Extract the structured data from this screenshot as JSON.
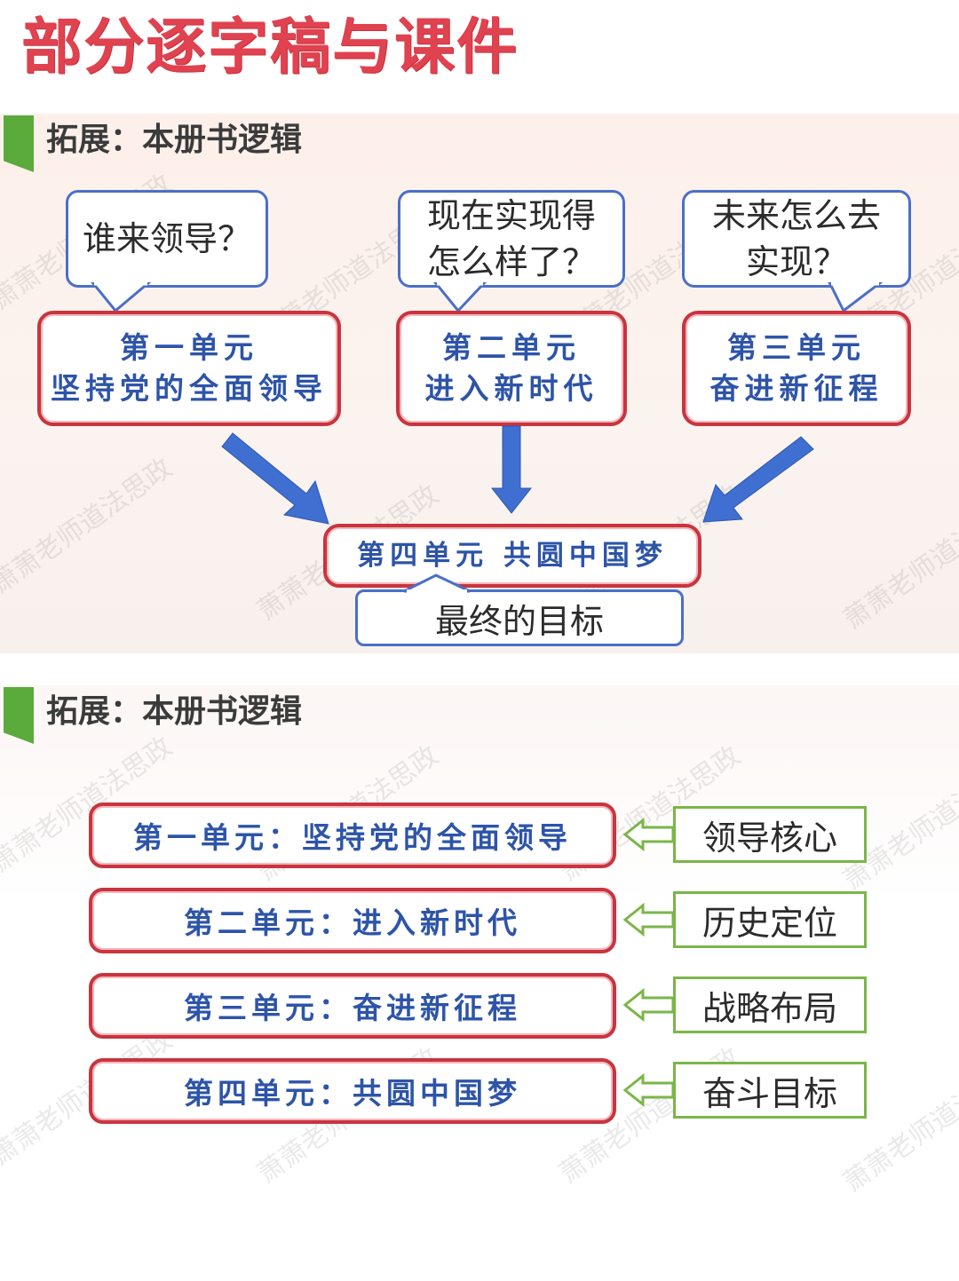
{
  "page_title": "部分逐字稿与课件",
  "slide1": {
    "heading": "拓展：本册书逻辑",
    "questions": [
      {
        "lines": [
          "谁来领导？"
        ]
      },
      {
        "lines": [
          "现在实现得",
          "怎么样了？"
        ]
      },
      {
        "lines": [
          "未来怎么去",
          "实现？"
        ]
      }
    ],
    "units": [
      {
        "line1": "第一单元",
        "line2": "坚持党的全面领导"
      },
      {
        "line1": "第二单元",
        "line2": "进入新时代"
      },
      {
        "line1": "第三单元",
        "line2": "奋进新征程"
      }
    ],
    "target_unit": "第四单元  共圆中国梦",
    "goal": "最终的目标"
  },
  "slide2": {
    "heading": "拓展：本册书逻辑",
    "rows": [
      {
        "unit": "第一单元：坚持党的全面领导",
        "role": "领导核心"
      },
      {
        "unit": "第二单元：进入新时代",
        "role": "历史定位"
      },
      {
        "unit": "第三单元：奋进新征程",
        "role": "战略布局"
      },
      {
        "unit": "第四单元：共圆中国梦",
        "role": "奋斗目标"
      }
    ]
  },
  "watermark": "萧萧老师道法思政",
  "colors": {
    "title_red": "#e0424f",
    "unit_border": "#c9343e",
    "unit_text": "#2d54a8",
    "callout_border": "#4a6fc8",
    "arrow_blue": "#3f6fd1",
    "tag_green": "#5aab3c",
    "role_border": "#7ab648"
  }
}
